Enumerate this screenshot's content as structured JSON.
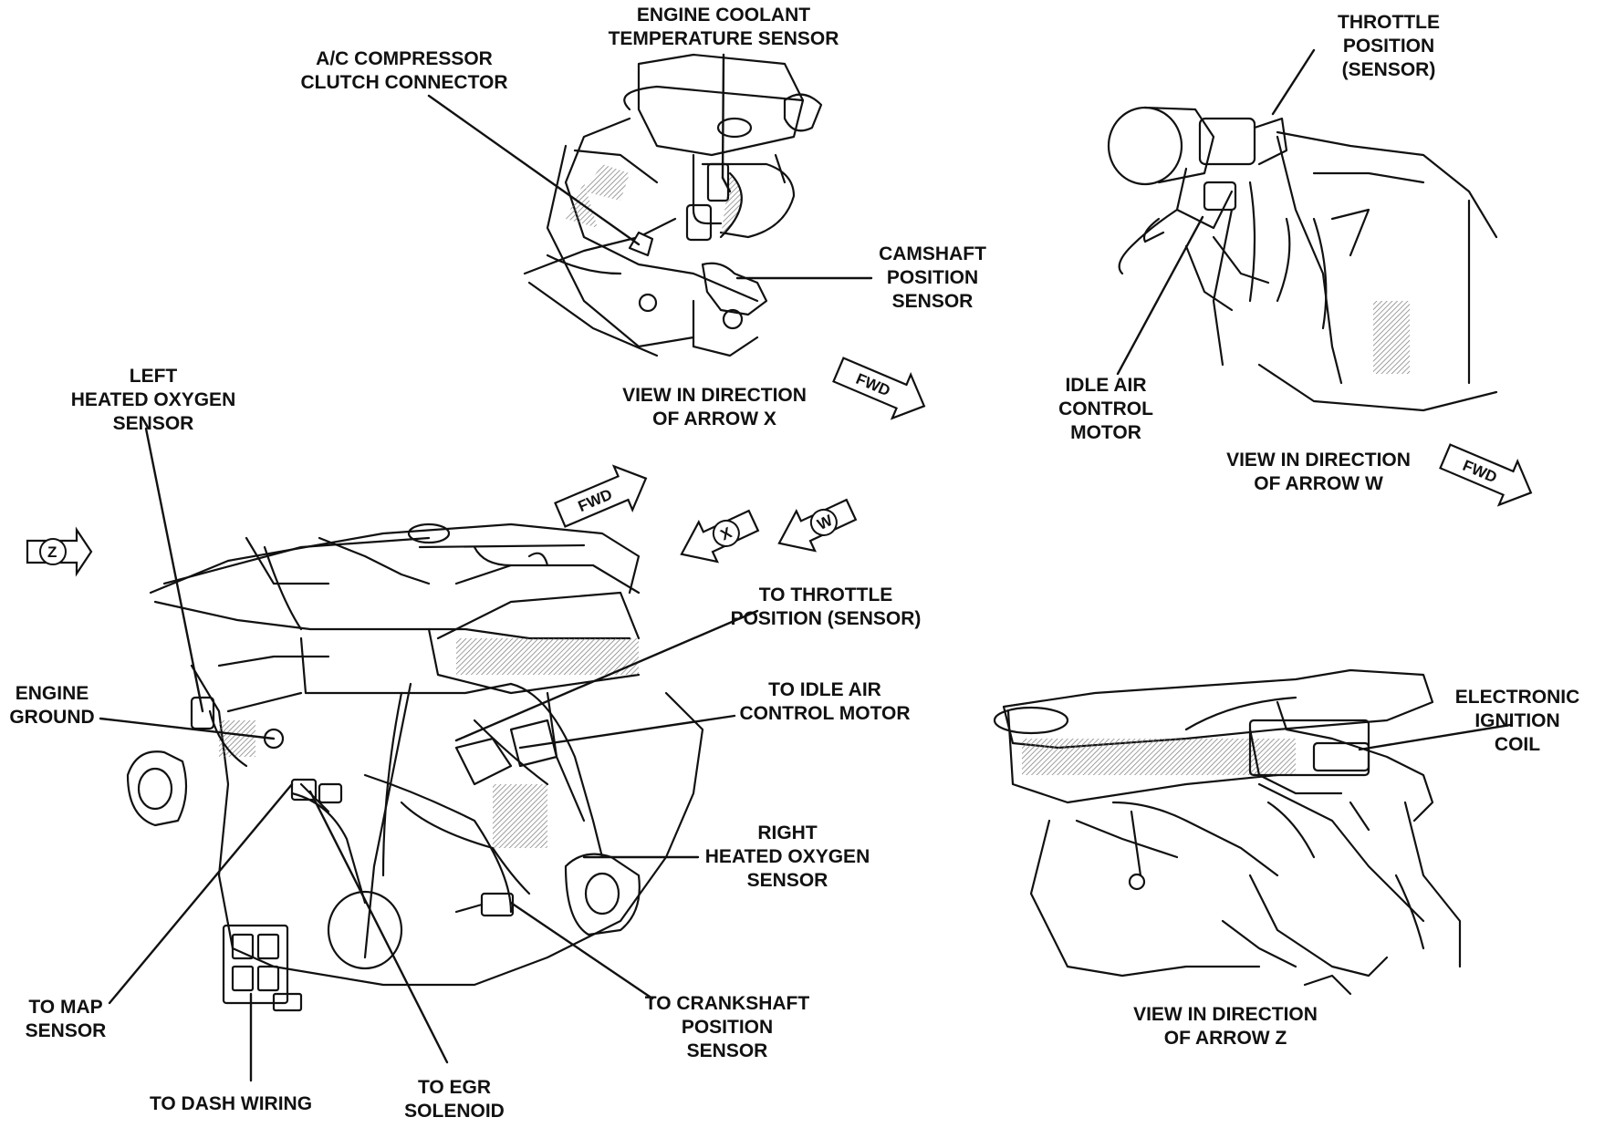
{
  "labels": {
    "engine_coolant_temp_sensor": [
      "ENGINE COOLANT",
      "TEMPERATURE SENSOR"
    ],
    "ac_compressor_clutch_connector": [
      "A/C COMPRESSOR",
      "CLUTCH CONNECTOR"
    ],
    "camshaft_position_sensor": [
      "CAMSHAFT",
      "POSITION",
      "SENSOR"
    ],
    "view_x": [
      "VIEW IN DIRECTION",
      "OF ARROW X"
    ],
    "throttle_position_sensor": [
      "THROTTLE",
      "POSITION",
      "(SENSOR)"
    ],
    "idle_air_control_motor": [
      "IDLE AIR",
      "CONTROL",
      "MOTOR"
    ],
    "view_w": [
      "VIEW IN DIRECTION",
      "OF ARROW W"
    ],
    "left_heated_oxygen_sensor": [
      "LEFT",
      "HEATED OXYGEN",
      "SENSOR"
    ],
    "engine_ground": [
      "ENGINE",
      "GROUND"
    ],
    "to_throttle_position": [
      "TO THROTTLE",
      "POSITION (SENSOR)"
    ],
    "to_idle_air_control_motor": [
      "TO IDLE AIR",
      "CONTROL MOTOR"
    ],
    "right_heated_oxygen_sensor": [
      "RIGHT",
      "HEATED OXYGEN",
      "SENSOR"
    ],
    "to_map_sensor": [
      "TO MAP",
      "SENSOR"
    ],
    "to_crankshaft_position_sensor": [
      "TO CRANKSHAFT",
      "POSITION",
      "SENSOR"
    ],
    "to_dash_wiring": [
      "TO DASH WIRING"
    ],
    "to_egr_solenoid": [
      "TO EGR",
      "SOLENOID"
    ],
    "electronic_ignition_coil": [
      "ELECTRONIC",
      "IGNITION",
      "COIL"
    ],
    "view_z": [
      "VIEW IN DIRECTION",
      "OF ARROW Z"
    ]
  },
  "arrows": {
    "fwd": "FWD",
    "x": "X",
    "w": "W",
    "z": "Z"
  },
  "colors": {
    "ink": "#111111",
    "shade": "#9a9a9a",
    "background": "#ffffff"
  }
}
